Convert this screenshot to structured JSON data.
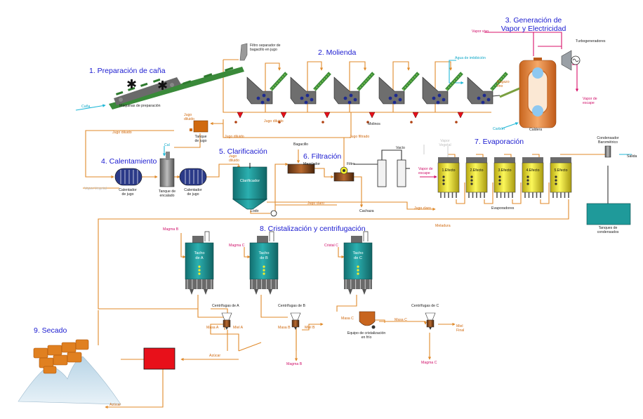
{
  "sections": {
    "s1": "1. Preparación de caña",
    "s2": "2. Molienda",
    "s3": "3. Generación de\nVapor y Electricidad",
    "s4": "4. Calentamiento",
    "s5": "5. Clarificación",
    "s6": "6. Filtración",
    "s7": "7. Evaporación",
    "s8": "8. Cristalización y centrifugación",
    "s9": "9. Secado"
  },
  "prep": {
    "cana": "Caña",
    "maquinas": "Máquinas de preparación",
    "filtro": "Filtro separador de\nbagacillo en jugo",
    "jugo_diluido_tanque": "Jugo\ndiluido",
    "tanque_jugo": "Tanque\nde jugo",
    "jugo_diluido_a": "Jugo diluido",
    "jugo_diluido_b": "Jugo diluido",
    "jugo_diluido_c": "Jugo diluido"
  },
  "molienda": {
    "agua": "Agua de imbibición",
    "molinos": "Molinos",
    "bagazo_fino": "Bagazo\nfino",
    "jugo_filtrado": "Jugo filtrado"
  },
  "vapor": {
    "vapor_vivo": "Vapor vivo",
    "turbo": "Turbogeneradores",
    "vapor_escape": "Vapor de\nescape",
    "caldera": "Caldera",
    "carbon": "Carbón"
  },
  "calentamiento": {
    "vapor_vegetal": "Vapor Vegetal",
    "cal": "Cal",
    "calentador1": "Calentador\nde jugo",
    "tanque_encalado": "Tanque de\nencalado",
    "calentador2": "Calentador\nde jugo"
  },
  "clarificacion": {
    "jugo_diluido": "Jugo\ndiluido",
    "clarificador": "Clarificador",
    "lodo": "Lodo",
    "jugo_claro_a": "Jugo claro",
    "jugo_claro_b": "Jugo claro"
  },
  "filtracion": {
    "bagacillo": "Bagacillo",
    "mezclador": "Mezclador",
    "filtro": "Filtro",
    "vacio": "Vacío",
    "cachaza": "Cachaza"
  },
  "evaporacion": {
    "vapor_vegetal": "Vapor\nVegetal",
    "vapor_escape": "Vapor de\nescape",
    "efectos": [
      "1.Efecto",
      "2.Efecto",
      "3.Efecto",
      "4.Efecto",
      "5.Efecto"
    ],
    "evaporadores": "Evaporadores",
    "condensador": "Condensador\nBarométrico",
    "salida_agua": "Salida",
    "tanques": "Tanques de\ncondensados",
    "meladura": "Meladura"
  },
  "cristalizacion": {
    "magma_b_top": "Magma B",
    "magma_c_top": "Magma C",
    "cristal_c": "Cristal C",
    "tachos": [
      "Tacho\nde A",
      "Tacho\nde B",
      "Tacho\nde C"
    ],
    "cent_a": "Centrífugas de A",
    "cent_b": "Centrífugas de B",
    "cent_c": "Centrífugas de C",
    "masa_a": "Masa A",
    "miel_a": "Miel A",
    "masa_b": "Masa B",
    "miel_b": "Miel B",
    "masa_c_in": "Masa C",
    "masa_c_out": "Masa C",
    "equipo": "Equipo de cristalización\nen frío",
    "miel_final": "Miel\nFinal",
    "magma_b_bottom": "Magma B",
    "magma_c_bottom": "Magma C"
  },
  "secado": {
    "azucar_a": "Azúcar",
    "azucar_b": "Azúcar"
  },
  "colors": {
    "juice_pipe": "#e08a2a",
    "steam_pipe": "#d8106a",
    "water_pipe": "#20b8d8",
    "section_title": "#1a1ad0",
    "tank_teal": "#1f9a9a",
    "evaporator_yellow": "#f2ee2a",
    "dryer_red": "#e8101a",
    "boiler_orange": "#f2a060"
  }
}
